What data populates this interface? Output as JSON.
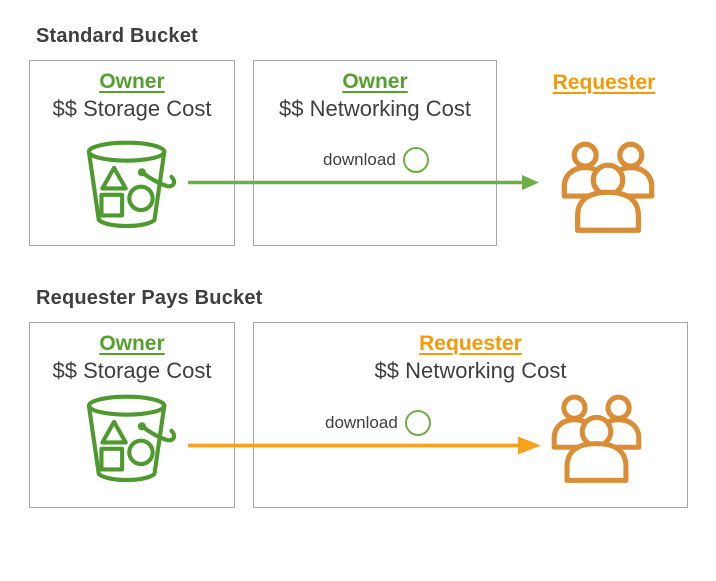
{
  "colors": {
    "dark": "#3f3f3f",
    "border": "#a6a6a6",
    "green_text": "#55a02e",
    "green_icon": "#4e9a2e",
    "green_arrow": "#6fad47",
    "orange_text": "#f5990b",
    "orange_icon": "#da8d35",
    "orange_arrow": "#f9a11b"
  },
  "standard": {
    "title": "Standard Bucket",
    "owner_box": {
      "role": "Owner",
      "cost": "$$ Storage Cost"
    },
    "network_box": {
      "role": "Owner",
      "cost": "$$ Networking Cost",
      "action_label": "download"
    },
    "requester_label": "Requester"
  },
  "requester_pays": {
    "title": "Requester Pays Bucket",
    "owner_box": {
      "role": "Owner",
      "cost": "$$ Storage Cost"
    },
    "network_box": {
      "role": "Requester",
      "cost": "$$ Networking Cost",
      "action_label": "download"
    }
  },
  "icons": {
    "bucket": "s3-bucket-icon",
    "users": "requester-users-icon",
    "download_circle": "download-circle-icon",
    "arrow": "transfer-arrow"
  }
}
